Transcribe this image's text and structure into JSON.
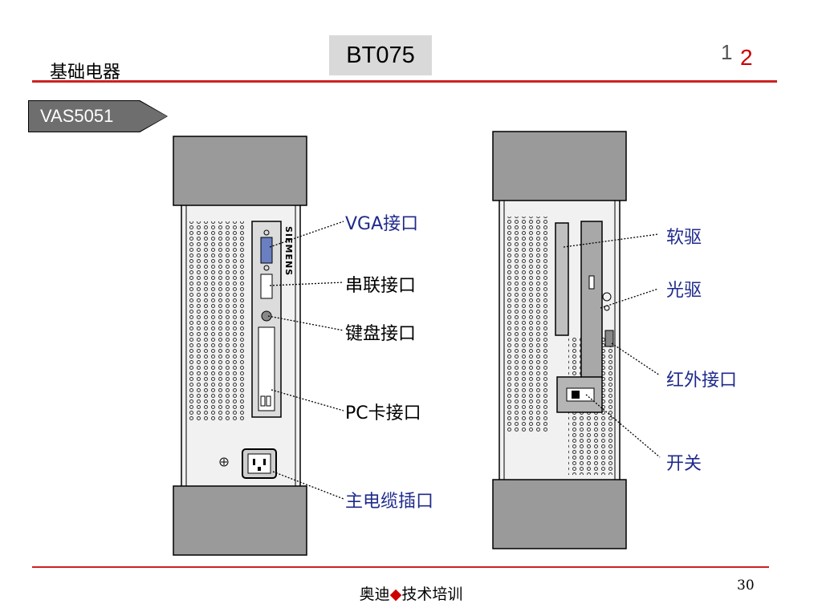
{
  "header": {
    "title": "基础电器",
    "code": "BT075",
    "page_indicator": [
      "1",
      "2"
    ]
  },
  "tag": {
    "label": "VAS5051"
  },
  "left_device": {
    "brand": "SIEMENS",
    "callouts": [
      {
        "label": "VGA接口"
      },
      {
        "label": "串联接口"
      },
      {
        "label": "键盘接口"
      },
      {
        "label": "PC卡接口"
      },
      {
        "label": "主电缆插口"
      }
    ]
  },
  "right_device": {
    "callouts": [
      {
        "label": "软驱"
      },
      {
        "label": "光驱"
      },
      {
        "label": "红外接口"
      },
      {
        "label": "开关"
      }
    ]
  },
  "footer": {
    "left": "奥迪",
    "diamond": "◆",
    "right": "技术培训",
    "page_number": "30"
  },
  "colors": {
    "accent_red": "#cc2222",
    "callout_blue": "#1f2a8c",
    "tag_gray": "#6e6e6e"
  }
}
